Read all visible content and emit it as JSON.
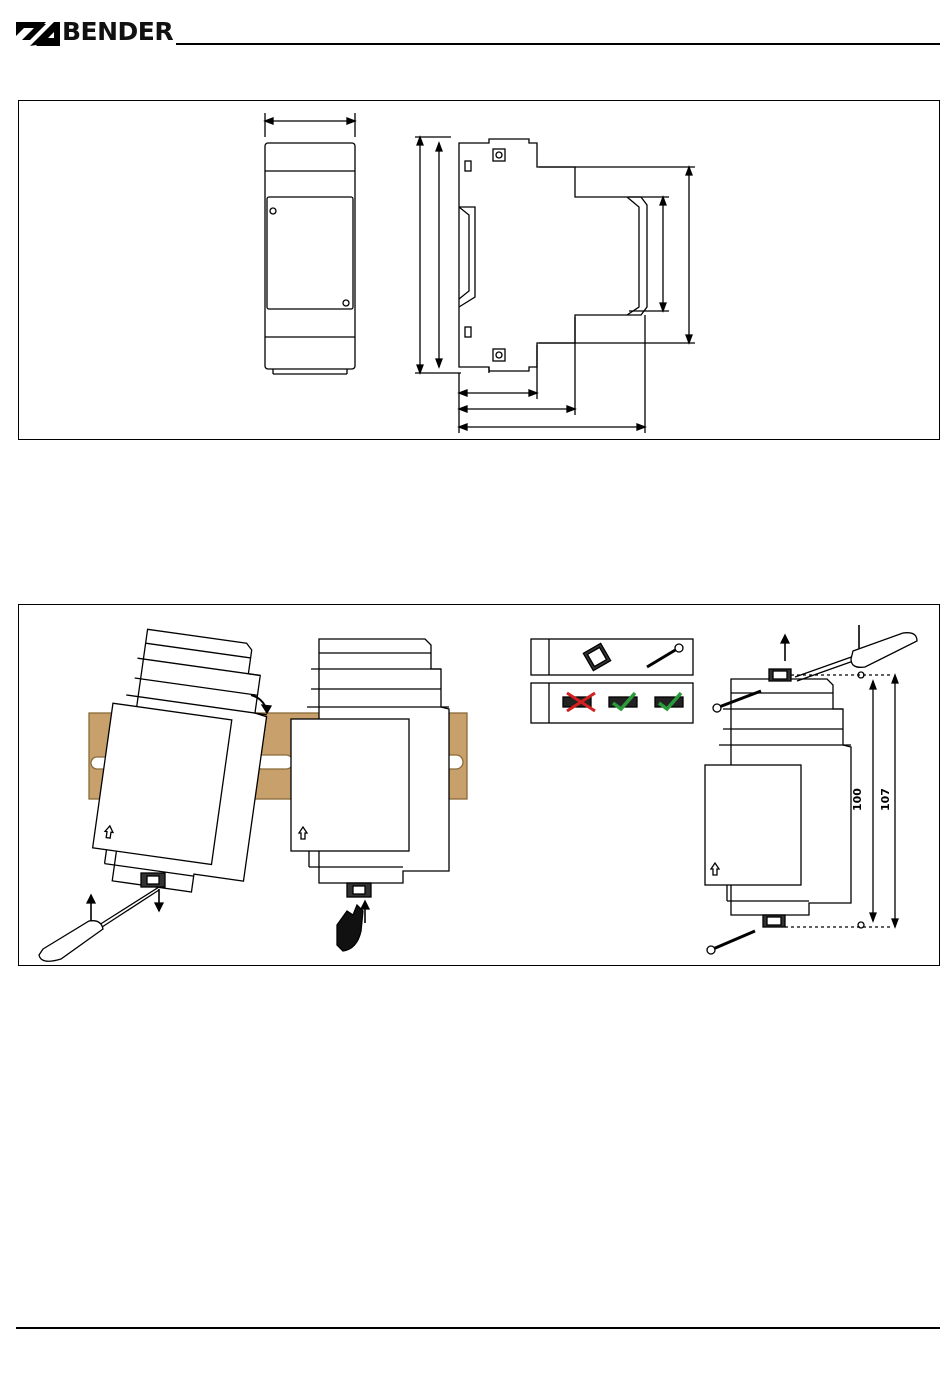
{
  "header": {
    "brand": "BENDER"
  },
  "mounting": {
    "dimension_labels": {
      "short": "100",
      "long": "107"
    }
  },
  "colors": {
    "din_rail": "#c8a06c",
    "check_green": "#2a9a3a",
    "cross_red": "#d42020"
  }
}
